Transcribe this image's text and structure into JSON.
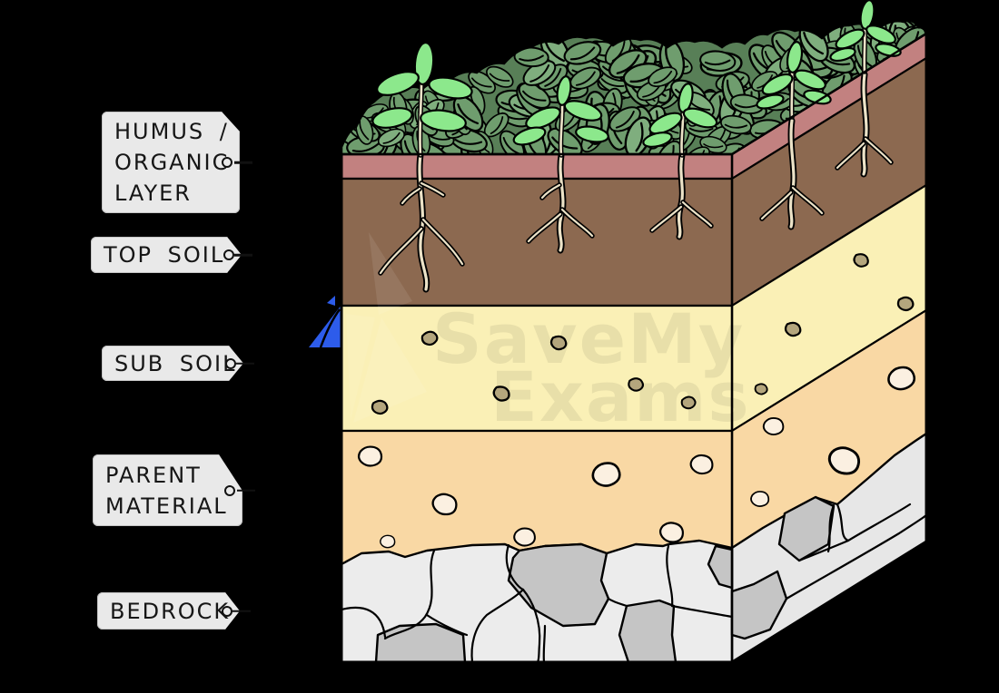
{
  "diagram": {
    "title": "Soil profile cross-section diagram",
    "background": "#000000",
    "watermark": {
      "line1": "SaveMy",
      "line2": "Exams",
      "logo_color": "#2d5ceb"
    },
    "labels": {
      "humus": {
        "lines": [
          "HUMUS /",
          "ORGANIC",
          "LAYER"
        ]
      },
      "top_soil": {
        "lines": [
          "TOP SOIL"
        ]
      },
      "sub_soil": {
        "lines": [
          "SUB SOIL"
        ]
      },
      "parent_material": {
        "lines": [
          "PARENT",
          "MATERIAL"
        ]
      },
      "bedrock": {
        "lines": [
          "BEDROCK"
        ]
      }
    },
    "layers": [
      {
        "name": "humus-organic-layer",
        "color": "#c28180"
      },
      {
        "name": "top-soil",
        "color": "#8c6950"
      },
      {
        "name": "sub-soil",
        "color": "#faf0b6"
      },
      {
        "name": "parent-material",
        "color": "#f9d8a4"
      },
      {
        "name": "bedrock",
        "color": "#ececec",
        "accent": "#c5c5c5",
        "right_face": "#e7e7e7"
      }
    ],
    "features": {
      "subsoil_pebble_color": "#b4a67d",
      "parent_stone_color": "#fbf0e1",
      "outline_color": "#000000"
    },
    "vegetation": {
      "litter_leaf_color": "#6f9d6e",
      "litter_leaf_alt_color": "#7fae7e",
      "litter_base_color": "#587f57",
      "seedling_leaf_color": "#8ce88c",
      "root_color": "#ece3c8"
    }
  }
}
